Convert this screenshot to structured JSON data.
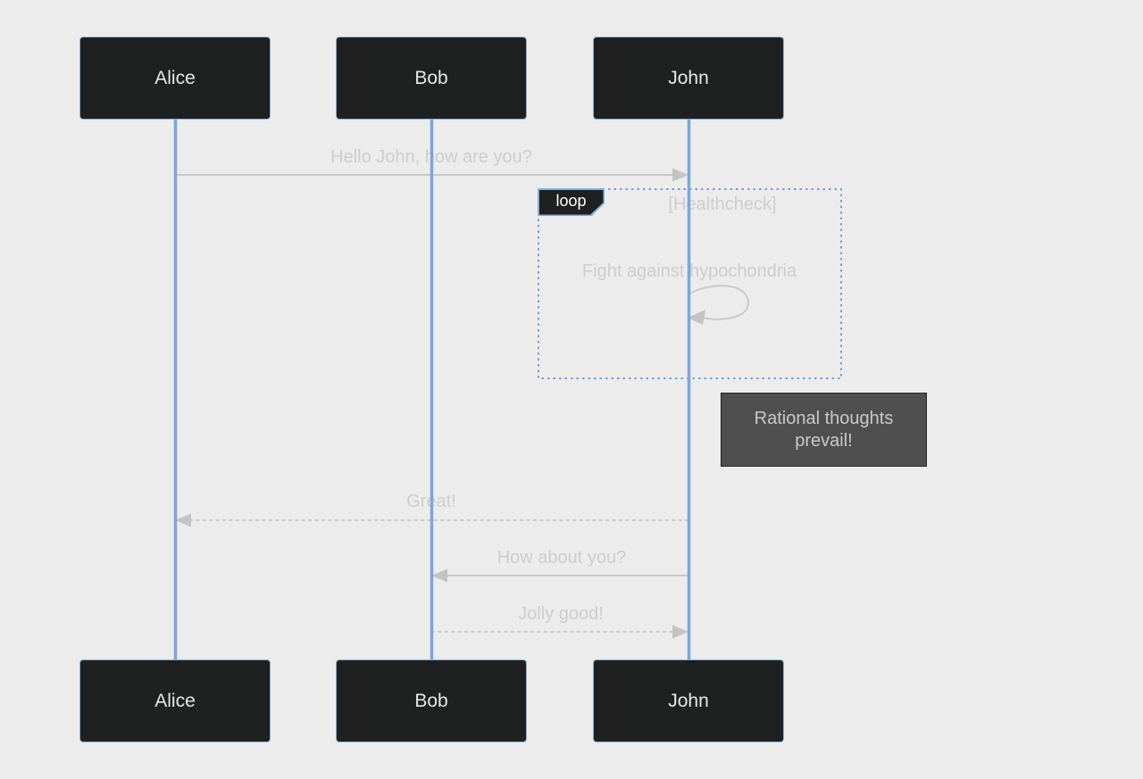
{
  "diagram": {
    "type": "sequence-diagram",
    "actors": [
      {
        "name": "Alice"
      },
      {
        "name": "Bob"
      },
      {
        "name": "John"
      }
    ],
    "messages": [
      {
        "label": "Hello John, how are you?",
        "from": "Alice",
        "to": "John",
        "line": "solid"
      },
      {
        "label": "Fight against hypochondria",
        "from": "John",
        "to": "John",
        "line": "self"
      },
      {
        "label": "Great!",
        "from": "John",
        "to": "Alice",
        "line": "dashed"
      },
      {
        "label": "How about you?",
        "from": "John",
        "to": "Bob",
        "line": "solid"
      },
      {
        "label": "Jolly good!",
        "from": "Bob",
        "to": "John",
        "line": "dashed"
      }
    ],
    "loop": {
      "label": "loop",
      "condition": "[Healthcheck]"
    },
    "note": {
      "text": "Rational thoughts prevail!"
    }
  },
  "colors": {
    "background": "#ececec",
    "actor_fill": "#1f2020",
    "actor_border": "#81b1db",
    "actor_text": "#e8e8e8",
    "lifeline": "#7aa7d9",
    "signal_line": "#c9c9c9",
    "signal_text": "#cdcdcd",
    "loop_border": "#74a0d2",
    "loop_label_fill": "#1f2020",
    "loop_label_text": "#ffffff",
    "note_fill": "#4f4f4f",
    "note_border": "#232323",
    "note_text": "#c9c9c9"
  }
}
